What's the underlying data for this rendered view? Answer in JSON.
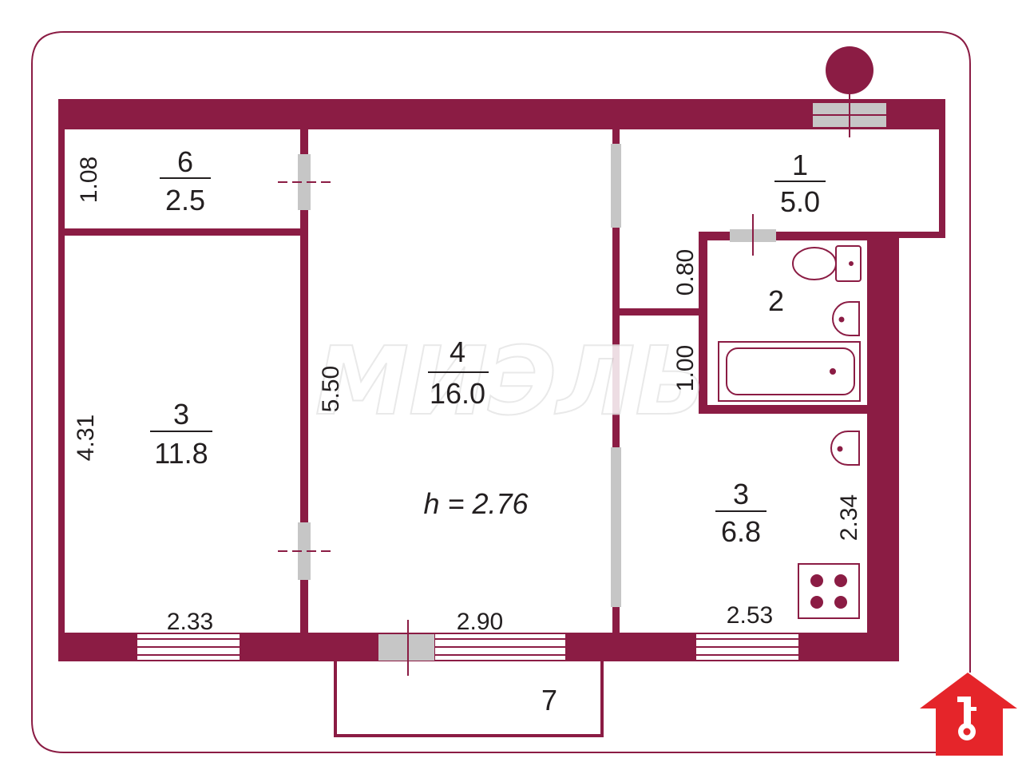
{
  "plan": {
    "height_label": "h = 2.76",
    "watermark": "МИЭЛЬ",
    "colors": {
      "wall": "#8b1c44",
      "frame": "#8b1c44",
      "door": "#c6c6c6",
      "logo": "#e5252a"
    },
    "rooms": [
      {
        "number": "6",
        "area": "2.5"
      },
      {
        "number": "1",
        "area": "5.0"
      },
      {
        "number": "2"
      },
      {
        "number": "3",
        "area": "11.8"
      },
      {
        "number": "4",
        "area": "16.0"
      },
      {
        "number": "3",
        "area": "6.8"
      },
      {
        "number": "7"
      }
    ],
    "dimensions": {
      "d_108": "1.08",
      "d_431": "4.31",
      "d_550": "5.50",
      "d_080": "0.80",
      "d_100": "1.00",
      "d_234": "2.34",
      "d_233": "2.33",
      "d_290": "2.90",
      "d_253": "2.53"
    },
    "icons": {
      "toilet": "toilet-icon",
      "sink": "sink-icon",
      "bathtub": "bathtub-icon",
      "stove": "stove-icon",
      "riser": "riser-icon",
      "logo": "house-key-logo-icon"
    }
  }
}
